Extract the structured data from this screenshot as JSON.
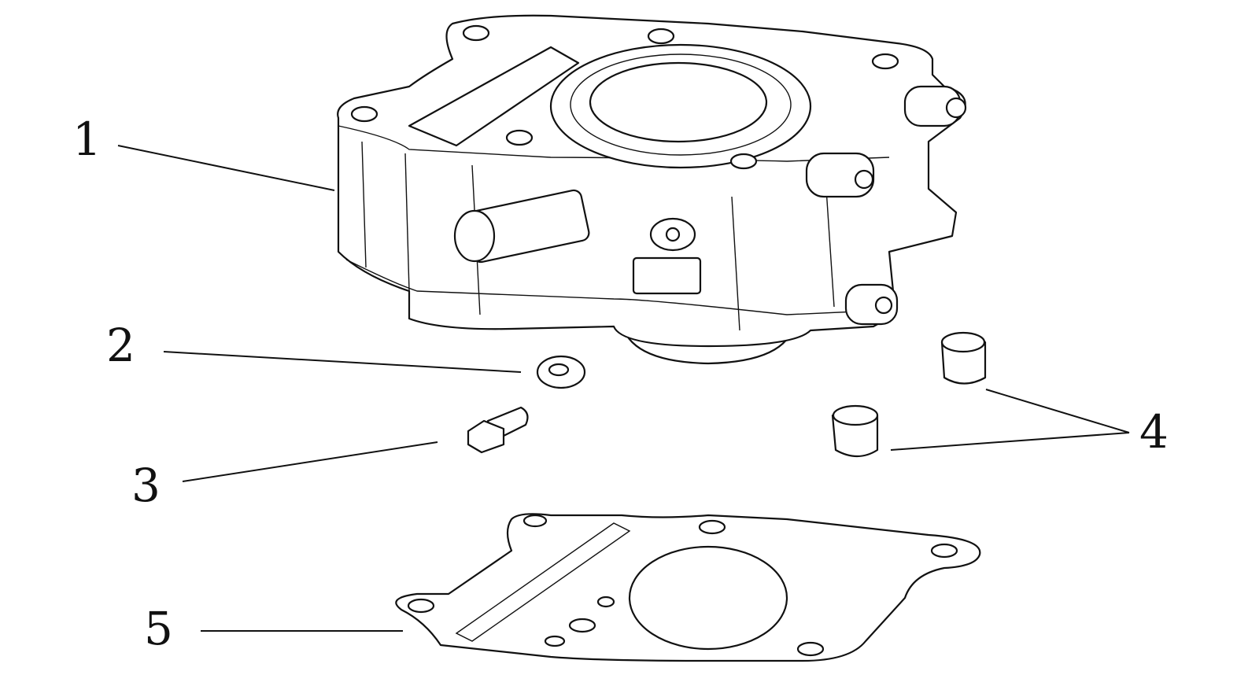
{
  "diagram": {
    "type": "exploded-parts-view",
    "callouts": [
      {
        "number": "1",
        "part": "cylinder"
      },
      {
        "number": "2",
        "part": "washer"
      },
      {
        "number": "3",
        "part": "bolt"
      },
      {
        "number": "4",
        "part": "dowel-pins"
      },
      {
        "number": "5",
        "part": "cylinder-gasket"
      }
    ]
  }
}
